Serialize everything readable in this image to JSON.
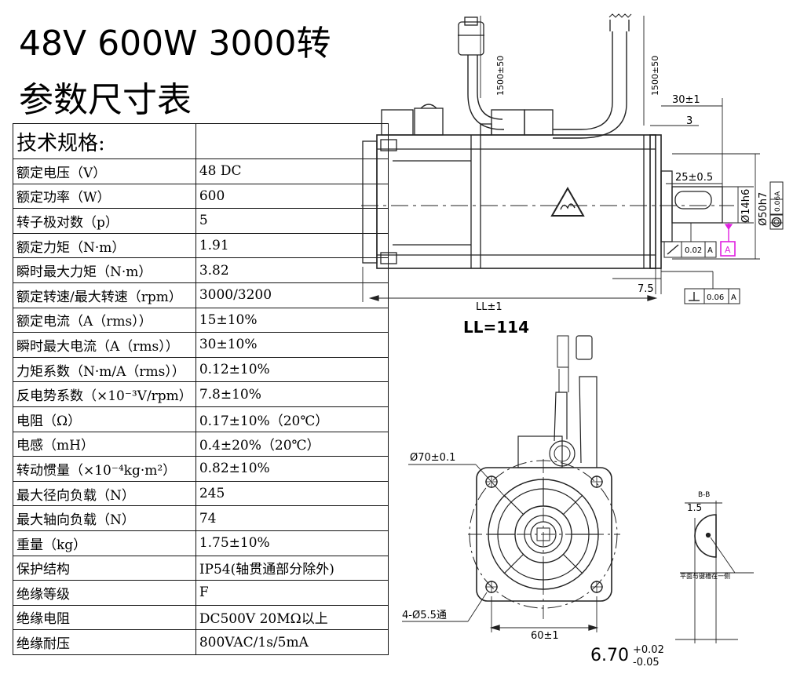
{
  "header": {
    "line1": "48V 600W 3000转",
    "line2": "参数尺寸表"
  },
  "spec_table": {
    "heading": "技术规格:",
    "rows": [
      {
        "label": "额定电压（V）",
        "value": "48  DC"
      },
      {
        "label": "额定功率（W）",
        "value": "600"
      },
      {
        "label": "转子极对数（p）",
        "value": "5"
      },
      {
        "label": "额定力矩（N·m）",
        "value": "1.91"
      },
      {
        "label": "瞬时最大力矩（N·m）",
        "value": "3.82"
      },
      {
        "label": "额定转速/最大转速（rpm）",
        "value": "3000/3200"
      },
      {
        "label": "额定电流（A（rms））",
        "value": "15±10%"
      },
      {
        "label": "瞬时最大电流（A（rms））",
        "value": "30±10%"
      },
      {
        "label": "力矩系数（N·m/A（rms））",
        "value": "0.12±10%"
      },
      {
        "label": "反电势系数（×10⁻³V/rpm）",
        "value": "7.8±10%"
      },
      {
        "label": "电阻（Ω）",
        "value": "0.17±10%（20℃）"
      },
      {
        "label": "电感（mH）",
        "value": "0.4±20%（20℃）"
      },
      {
        "label": "转动惯量（×10⁻⁴kg·m²）",
        "value": "0.82±10%"
      },
      {
        "label": "最大径向负载（N）",
        "value": "245"
      },
      {
        "label": "最大轴向负载（N）",
        "value": "74"
      },
      {
        "label": "重量（kg）",
        "value": "1.75±10%"
      },
      {
        "label": "保护结构",
        "value": "IP54(轴贯通部分除外)"
      },
      {
        "label": "绝缘等级",
        "value": "F"
      },
      {
        "label": "绝缘电阻",
        "value": "DC500V  20MΩ以上"
      },
      {
        "label": "绝缘耐压",
        "value": "800VAC/1s/5mA"
      }
    ]
  },
  "side_view": {
    "cable_length_left": "1500±50",
    "cable_length_right": "1500±50",
    "dim_30": "30±1",
    "dim_3": "3",
    "dim_25": "25±0.5",
    "dim_shaft": "Ø14h6",
    "dim_pilot": "Ø50h7",
    "frame_pilot_tol": "0.06",
    "frame_pilot_ref": "A",
    "runout_tol": "0.02",
    "runout_ref": "A",
    "datum": "A",
    "dim_7_5": "7.5",
    "perp_tol": "0.06",
    "perp_ref": "A",
    "dim_ll": "LL±1",
    "ll_value": "LL=114"
  },
  "front_view": {
    "dim_bolt_circle": "Ø70±0.1",
    "dim_holes": "4-Ø5.5通",
    "dim_width": "60±1"
  },
  "section_view": {
    "label": "B-B",
    "dim_1_5": "1.5",
    "note": "平面与键槽在一侧",
    "dim_flat": "6.70",
    "tol_upper": "+0.02",
    "tol_lower": "-0.05"
  }
}
